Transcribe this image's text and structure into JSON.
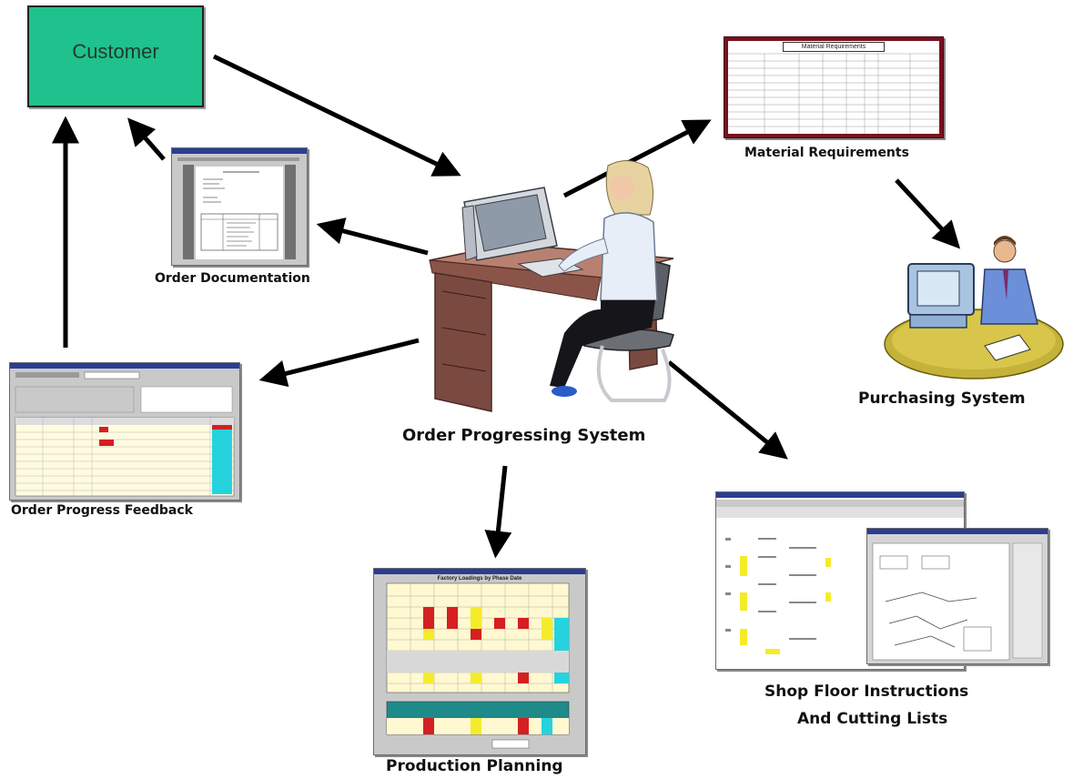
{
  "nodes": {
    "customer": "Customer",
    "order_documentation": "Order Documentation",
    "material_requirements": "Material Requirements",
    "purchasing_system": "Purchasing System",
    "order_progressing_system": "Order Progressing System",
    "order_progress_feedback": "Order Progress Feedback",
    "production_planning": "Production Planning",
    "shop_floor_line1": "Shop Floor Instructions",
    "shop_floor_line2": "And Cutting Lists"
  },
  "screenshots": {
    "material_requirements_title": "Material Requirements",
    "production_planning_title": "Factory Loadings by Phase Date"
  },
  "colors": {
    "customer_fill": "#1fc18c",
    "window_title": "#2b3d93",
    "red_cell": "#d42020",
    "yellow_cell": "#f4ec2a",
    "cyan_cell": "#25d3de",
    "teal_header": "#1f8a8a",
    "desk_wood": "#8a5548"
  }
}
